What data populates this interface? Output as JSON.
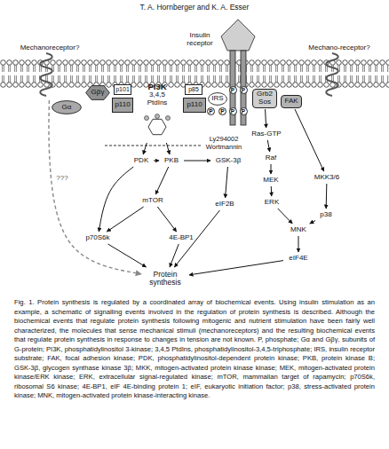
{
  "diagram": {
    "title": "T. A. Hornberger and K. A. Esser",
    "caption": "Fig. 1. Protein synthesis is regulated by a coordinated array of biochemical events. Using insulin stimulation as an example, a schematic of signalling events involved in the regulation of protein synthesis is described. Although the biochemical events that regulate protein synthesis following mitogenic and nutrient stimulation have been fairly well characterized, the molecules that sense mechanical stimuli (mechanoreceptors) and the resulting biochemical events that regulate protein synthesis in response to changes in tension are not known. P, phosphate; Gα and Gβγ, subunits of G-protein; PI3K, phosphatidylinositol 3-kinase; 3,4,5 PtdIns, phosphatidylinositol-3,4,5-triphosphate; IRS, insulin receptor substrate; FAK, focal adhesion kinase; PDK, phosphatidylinositol-dependent protein kinase; PKB, protein kinase B; GSK-3β, glycogen synthase kinase 3β; MKK, mitogen-activated protein kinase kinase; MEK, mitogen-activated protein kinase/ERK kinase; ERK, extracellular signal-regulated kinase; mTOR, mammalian target of rapamycin; p70S6k, ribosomal S6 kinase; 4E-BP1, eIF 4E-binding protein 1; eIF, eukaryotic initiation factor; p38, stress-activated protein kinase; MNK, mitogen-activated protein kinase-interacting kinase.",
    "nodes": [
      {
        "text": [
          "Mechanoreceptor?"
        ]
      },
      {
        "text": [
          "Insulin receptor"
        ]
      },
      {
        "text": [
          "Mechano-receptor?"
        ]
      },
      {
        "text": [
          "Gα"
        ]
      },
      {
        "text": [
          "Gβγ"
        ]
      },
      {
        "text": [
          "p101"
        ]
      },
      {
        "text": [
          "p110"
        ]
      },
      {
        "text": [
          "PI3K",
          "3,4,5 PtdIns"
        ]
      },
      {
        "text": [
          "p85"
        ]
      },
      {
        "text": [
          "p110"
        ]
      },
      {
        "text": [
          "IRS"
        ]
      },
      {
        "text": [
          "Grb2 Sos"
        ]
      },
      {
        "text": [
          "FAK"
        ]
      },
      {
        "text": [
          "PDK"
        ]
      },
      {
        "text": [
          "PKB"
        ]
      },
      {
        "text": [
          "GSK-3β"
        ]
      },
      {
        "text": [
          "Ras-GTP"
        ]
      },
      {
        "text": [
          "Raf"
        ]
      },
      {
        "text": [
          "MEK"
        ]
      },
      {
        "text": [
          "ERK"
        ]
      },
      {
        "text": [
          "MKK3/6"
        ]
      },
      {
        "text": [
          "p38"
        ]
      },
      {
        "text": [
          "MNK"
        ]
      },
      {
        "text": [
          "mTOR"
        ]
      },
      {
        "text": [
          "eIF2B"
        ]
      },
      {
        "text": [
          "p70S6k"
        ]
      },
      {
        "text": [
          "4E-BP1"
        ]
      },
      {
        "text": [
          "eIF4E"
        ]
      },
      {
        "text": [
          "Protein synthesis"
        ]
      }
    ],
    "edges": [
      {
        "from": 0,
        "to": 28,
        "arrow": "to",
        "label": "???"
      },
      {
        "from": 7,
        "to": 13,
        "arrow": "to"
      },
      {
        "from": 7,
        "to": 14,
        "arrow": "to"
      },
      {
        "from": 13,
        "to": 14,
        "arrow": "to"
      },
      {
        "from": 14,
        "to": 15,
        "arrow": "to"
      },
      {
        "from": 15,
        "to": 24,
        "arrow": "to"
      },
      {
        "from": 14,
        "to": 23,
        "arrow": "to"
      },
      {
        "from": 13,
        "to": 25,
        "arrow": "to"
      },
      {
        "from": 23,
        "to": 25,
        "arrow": "to"
      },
      {
        "from": 23,
        "to": 26,
        "arrow": "to"
      },
      {
        "from": 25,
        "to": 28,
        "arrow": "to"
      },
      {
        "from": 26,
        "to": 28,
        "arrow": "to"
      },
      {
        "from": 24,
        "to": 28,
        "arrow": "to"
      },
      {
        "from": 27,
        "to": 28,
        "arrow": "to"
      },
      {
        "from": 11,
        "to": 16,
        "arrow": "to"
      },
      {
        "from": 16,
        "to": 17,
        "arrow": "to"
      },
      {
        "from": 17,
        "to": 18,
        "arrow": "to"
      },
      {
        "from": 18,
        "to": 19,
        "arrow": "to"
      },
      {
        "from": 19,
        "to": 22,
        "arrow": "to"
      },
      {
        "from": 12,
        "to": 20,
        "arrow": "to"
      },
      {
        "from": 20,
        "to": 21,
        "arrow": "to"
      },
      {
        "from": 21,
        "to": 22,
        "arrow": "to"
      },
      {
        "from": 22,
        "to": 27,
        "arrow": "to"
      }
    ],
    "labels": [
      "Ly294002 Wortmannin",
      "P",
      "P",
      "P",
      "P",
      "P",
      "P"
    ]
  }
}
